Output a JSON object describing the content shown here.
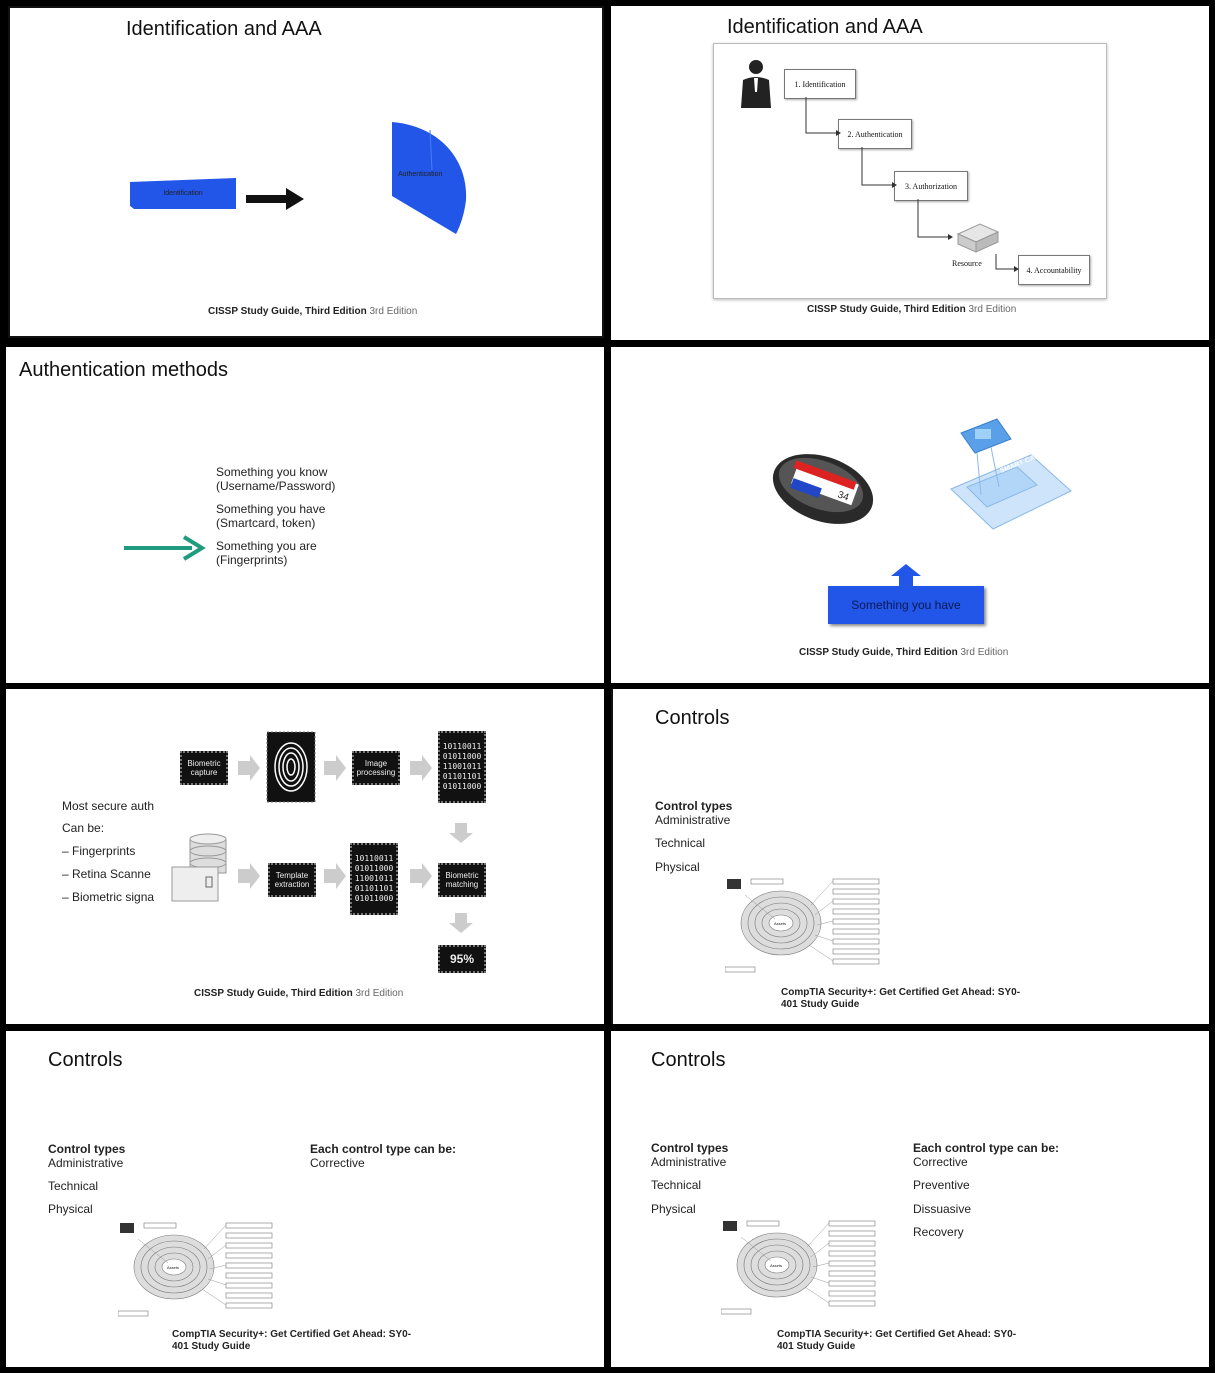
{
  "slide1": {
    "title": "Identification and AAA",
    "box_identification": "Identification",
    "box_authentication": "Authentication",
    "credit_bold": "CISSP Study Guide, Third Edition",
    "credit_gray": "3rd Edition"
  },
  "slide2": {
    "title": "Identification and AAA",
    "steps": [
      "1. Identification",
      "2. Authentication",
      "3. Authorization",
      "4. Accountability"
    ],
    "resource_label": "Resource",
    "credit_bold": "CISSP Study Guide, Third Edition",
    "credit_gray": "3rd Edition"
  },
  "slide3": {
    "title": "Authentication methods",
    "items": [
      {
        "line1": "Something you know",
        "line2": "(Username/Password)"
      },
      {
        "line1": "Something you have",
        "line2": "(Smartcard, token)"
      },
      {
        "line1": "Something you are",
        "line2": "(Fingerprints)"
      }
    ],
    "arrow_color": "#1f9c7f"
  },
  "slide4": {
    "button_label": "Something you have",
    "smart_card_label": "SMART CARD",
    "token_label": "34",
    "credit_bold": "CISSP Study Guide, Third Edition",
    "credit_gray": "3rd Edition"
  },
  "slide5": {
    "text_lines": [
      "Most secure auth",
      "Can be:"
    ],
    "bullets": [
      "Fingerprints",
      "Retina Scanne",
      "Biometric signa"
    ],
    "biometric_capture": "Biometric capture",
    "image_processing": "Image processing",
    "template_extraction": "Template extraction",
    "biometric_matching": "Biometric matching",
    "binary_rows": [
      "10110011",
      "01011000",
      "11001011",
      "01101101",
      "01011000"
    ],
    "percent": "95%",
    "credit_bold": "CISSP Study Guide, Third Edition",
    "credit_gray": "3rd Edition"
  },
  "slide6": {
    "title": "Controls",
    "heading": "Control types",
    "types": [
      "Administrative",
      "Technical",
      "Physical"
    ],
    "asset_label": "Assets",
    "credit": "CompTIA Security+: Get Certified Get Ahead: SY0-401 Study Guide"
  },
  "slide7": {
    "title": "Controls",
    "heading": "Control types",
    "types": [
      "Administrative",
      "Technical",
      "Physical"
    ],
    "each_heading": "Each control type can be:",
    "each_items": [
      "Corrective"
    ],
    "asset_label": "Assets",
    "credit": "CompTIA Security+: Get Certified Get Ahead: SY0-401 Study Guide"
  },
  "slide8": {
    "title": "Controls",
    "heading": "Control types",
    "types": [
      "Administrative",
      "Technical",
      "Physical"
    ],
    "each_heading": "Each control type can be:",
    "each_items": [
      "Corrective",
      "Preventive",
      "Dissuasive",
      "Recovery"
    ],
    "asset_label": "Assets",
    "credit": "CompTIA Security+: Get Certified Get Ahead: SY0-401 Study Guide"
  },
  "colors": {
    "blue": "#2156e8",
    "dark": "#111111"
  }
}
